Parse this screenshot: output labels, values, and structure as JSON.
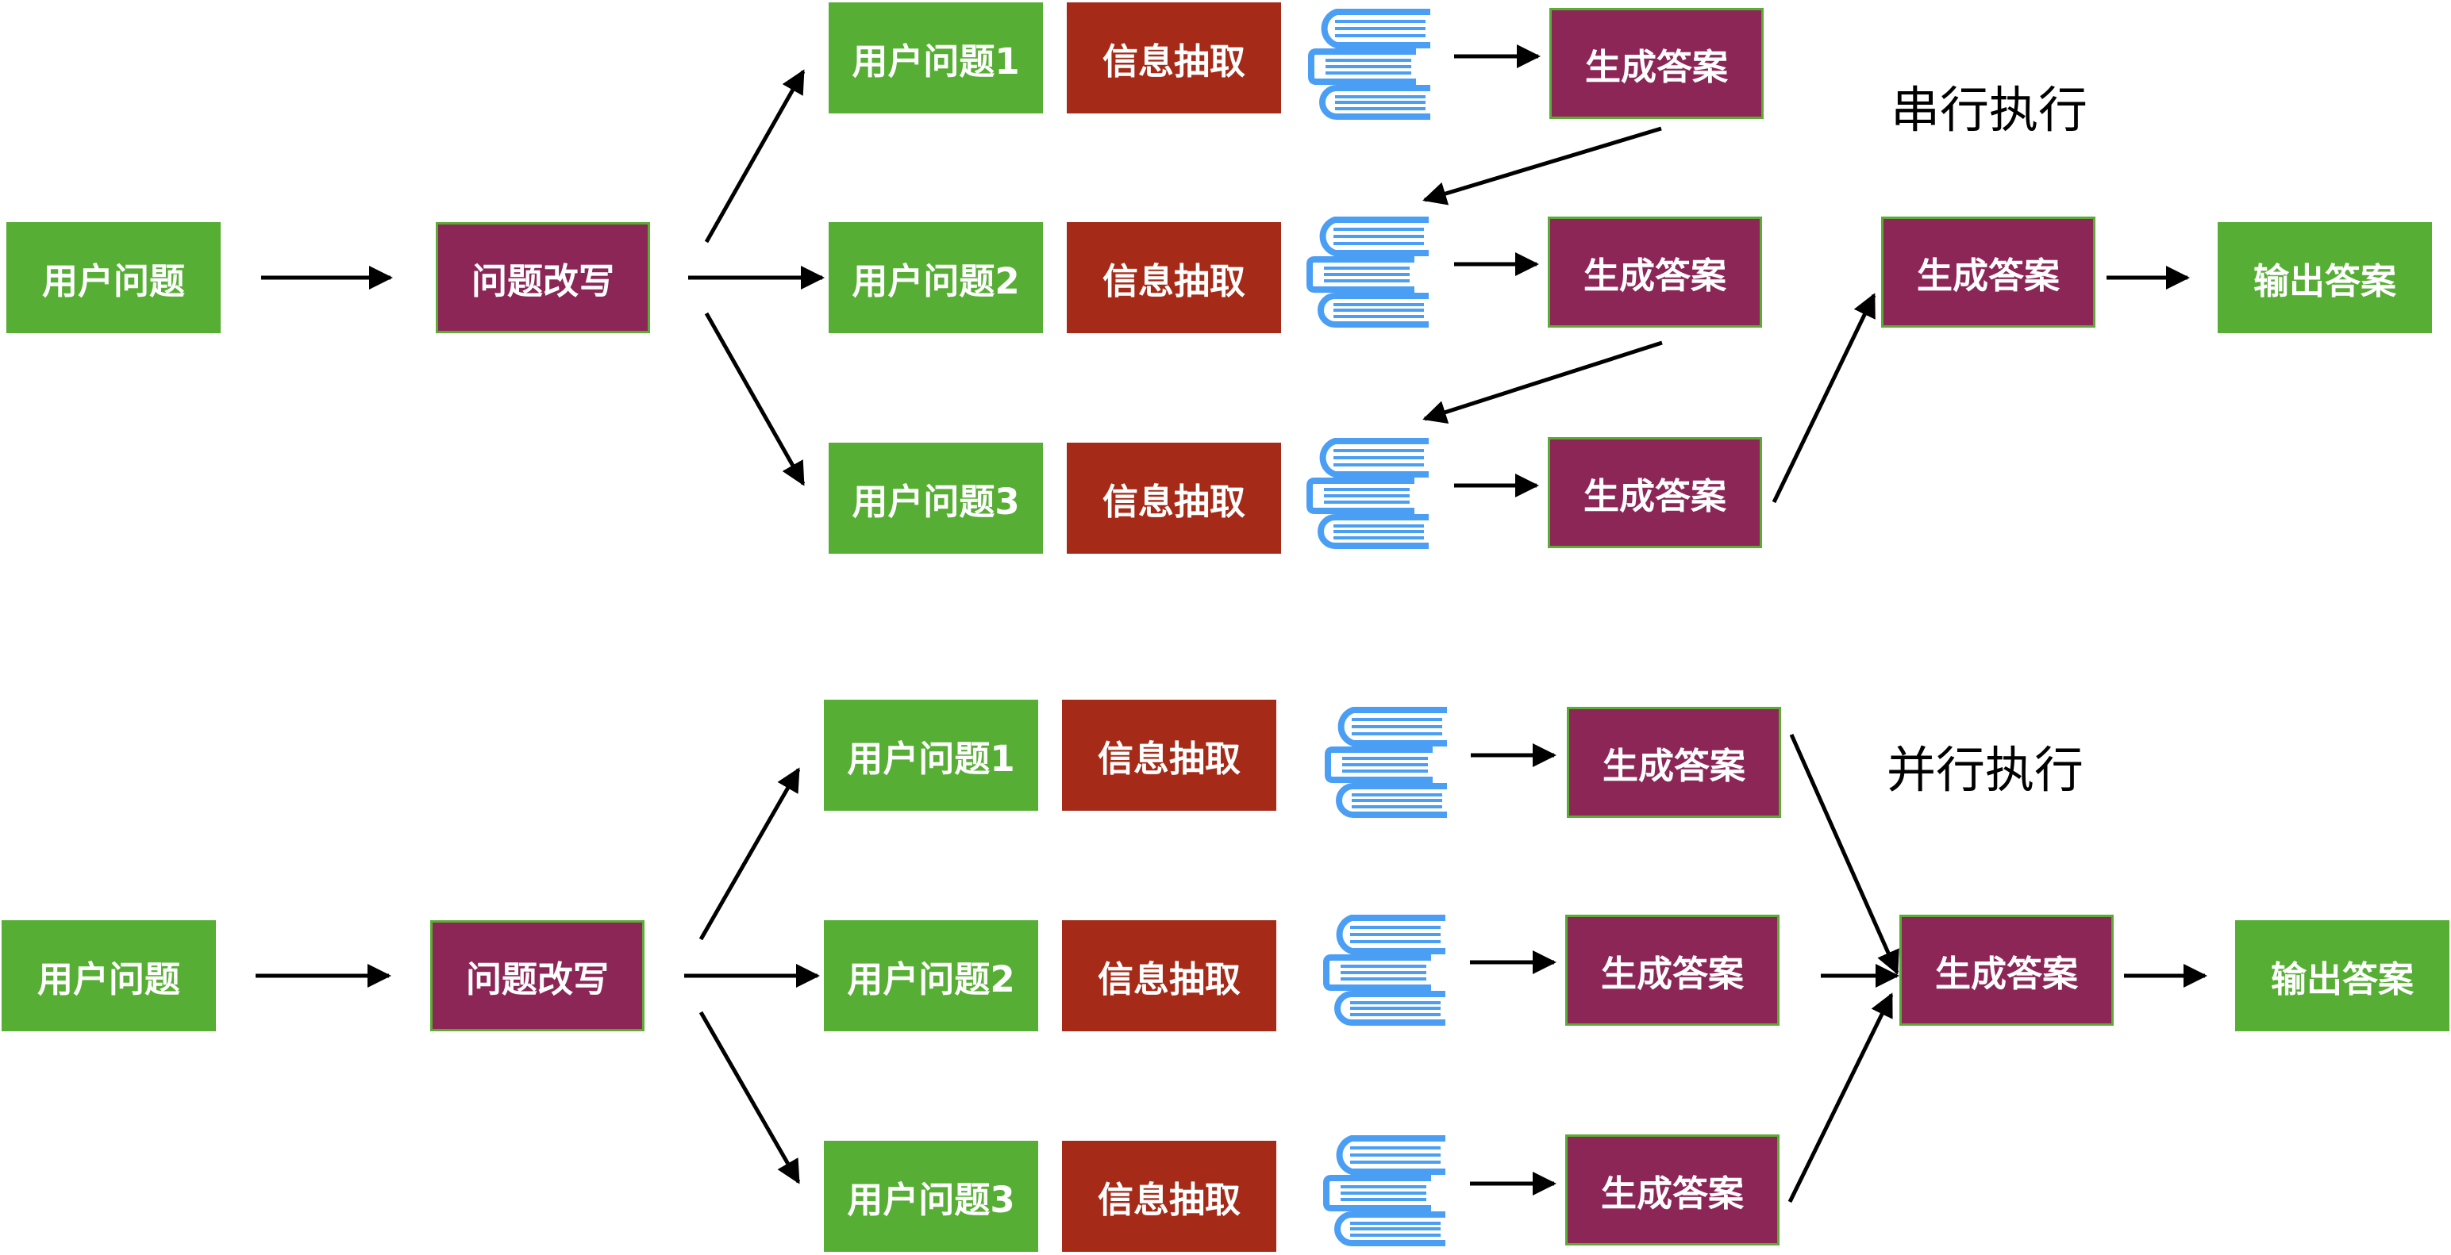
{
  "colors": {
    "input": "#56ae34",
    "extract": "#a52a18",
    "generate": "#8b2657",
    "generate_border": "#5aad34",
    "book": "#4a9ff5",
    "arrow": "#000000"
  },
  "serial": {
    "title": "串行执行",
    "user_question": "用户问题",
    "rewrite": "问题改写",
    "rows": [
      {
        "question": "用户问题1",
        "extract": "信息抽取",
        "knowledge_icon": "books-icon",
        "generate": "生成答案"
      },
      {
        "question": "用户问题2",
        "extract": "信息抽取",
        "knowledge_icon": "books-icon",
        "generate": "生成答案"
      },
      {
        "question": "用户问题3",
        "extract": "信息抽取",
        "knowledge_icon": "books-icon",
        "generate": "生成答案"
      }
    ],
    "final_generate": "生成答案",
    "output": "输出答案"
  },
  "parallel": {
    "title": "并行执行",
    "user_question": "用户问题",
    "rewrite": "问题改写",
    "rows": [
      {
        "question": "用户问题1",
        "extract": "信息抽取",
        "knowledge_icon": "books-icon",
        "generate": "生成答案"
      },
      {
        "question": "用户问题2",
        "extract": "信息抽取",
        "knowledge_icon": "books-icon",
        "generate": "生成答案"
      },
      {
        "question": "用户问题3",
        "extract": "信息抽取",
        "knowledge_icon": "books-icon",
        "generate": "生成答案"
      }
    ],
    "final_generate": "生成答案",
    "output": "输出答案"
  }
}
